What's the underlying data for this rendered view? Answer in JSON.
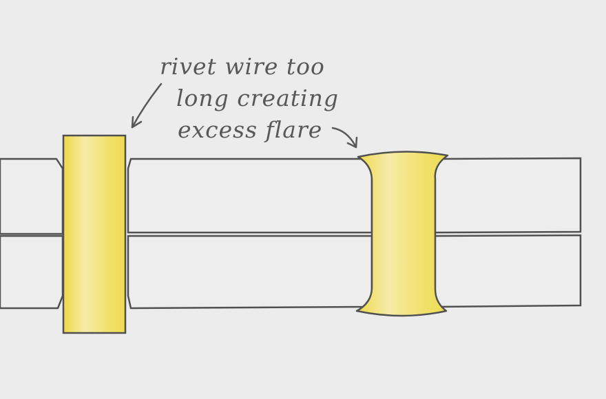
{
  "annotation": {
    "lines": [
      "rivet wire too",
      "long creating",
      "excess flare"
    ]
  },
  "colors": {
    "background": "#ececec",
    "outline": "#505050",
    "rivet_fill": "#f1e05a",
    "rivet_highlight": "#f7ecb0"
  },
  "diagram": {
    "parts": [
      "upper-metal-sheet",
      "lower-metal-sheet",
      "rivet-wire-unriveted",
      "rivet-flared-excess",
      "pointer-arrow-left",
      "pointer-arrow-right"
    ]
  }
}
